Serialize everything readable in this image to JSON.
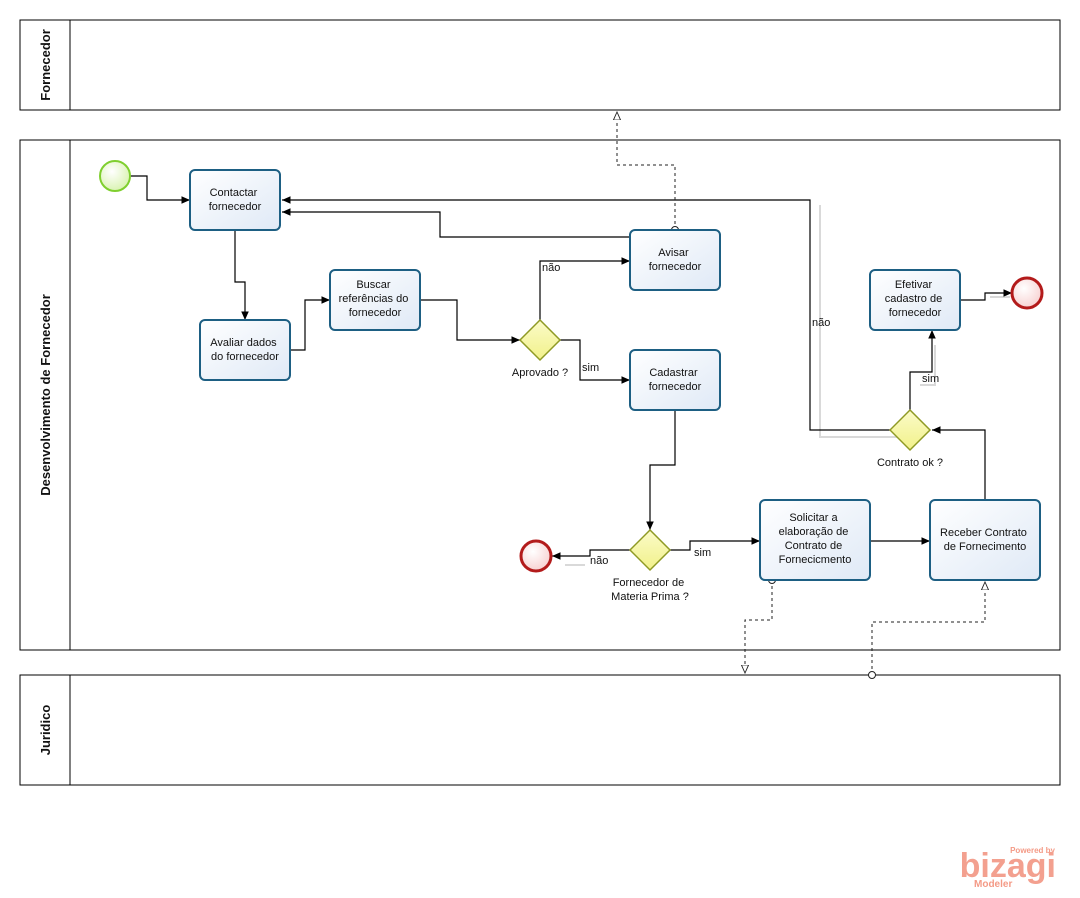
{
  "lanes": {
    "fornecedor": "Fornecedor",
    "desenvolvimento": "Desenvolvimento de Fornecedor",
    "juridico": "Juridico"
  },
  "tasks": {
    "contactar": [
      "Contactar",
      "fornecedor"
    ],
    "avaliar": [
      "Avaliar dados",
      "do fornecedor"
    ],
    "buscar": [
      "Buscar",
      "referências do",
      "fornecedor"
    ],
    "avisar": [
      "Avisar",
      "fornecedor"
    ],
    "cadastrar": [
      "Cadastrar",
      "fornecedor"
    ],
    "efetivar": [
      "Efetivar",
      "cadastro de",
      "fornecedor"
    ],
    "solicitar": [
      "Solicitar a",
      "elaboração de",
      "Contrato de",
      "Fornecicmento"
    ],
    "receber": [
      "Receber Contrato",
      "de Fornecimento"
    ]
  },
  "gateways": {
    "aprovado": [
      "Aprovado ?"
    ],
    "contrato": [
      "Contrato ok ?"
    ],
    "materia": [
      "Fornecedor de",
      "Materia Prima ?"
    ]
  },
  "flow_labels": {
    "nao_aprovado": "não",
    "sim_aprovado": "sim",
    "nao_contrato": "não",
    "sim_contrato": "sim",
    "nao_materia": "não",
    "sim_materia": "sim"
  },
  "branding": {
    "powered": "Powered by",
    "name": "bizagi",
    "product": "Modeler"
  },
  "colors": {
    "task_stroke": "#1d5f83",
    "start_event": "#7fcf2f",
    "end_event": "#b31b1b",
    "gateway": "#f4f48a",
    "brand": "#f3a08f"
  }
}
